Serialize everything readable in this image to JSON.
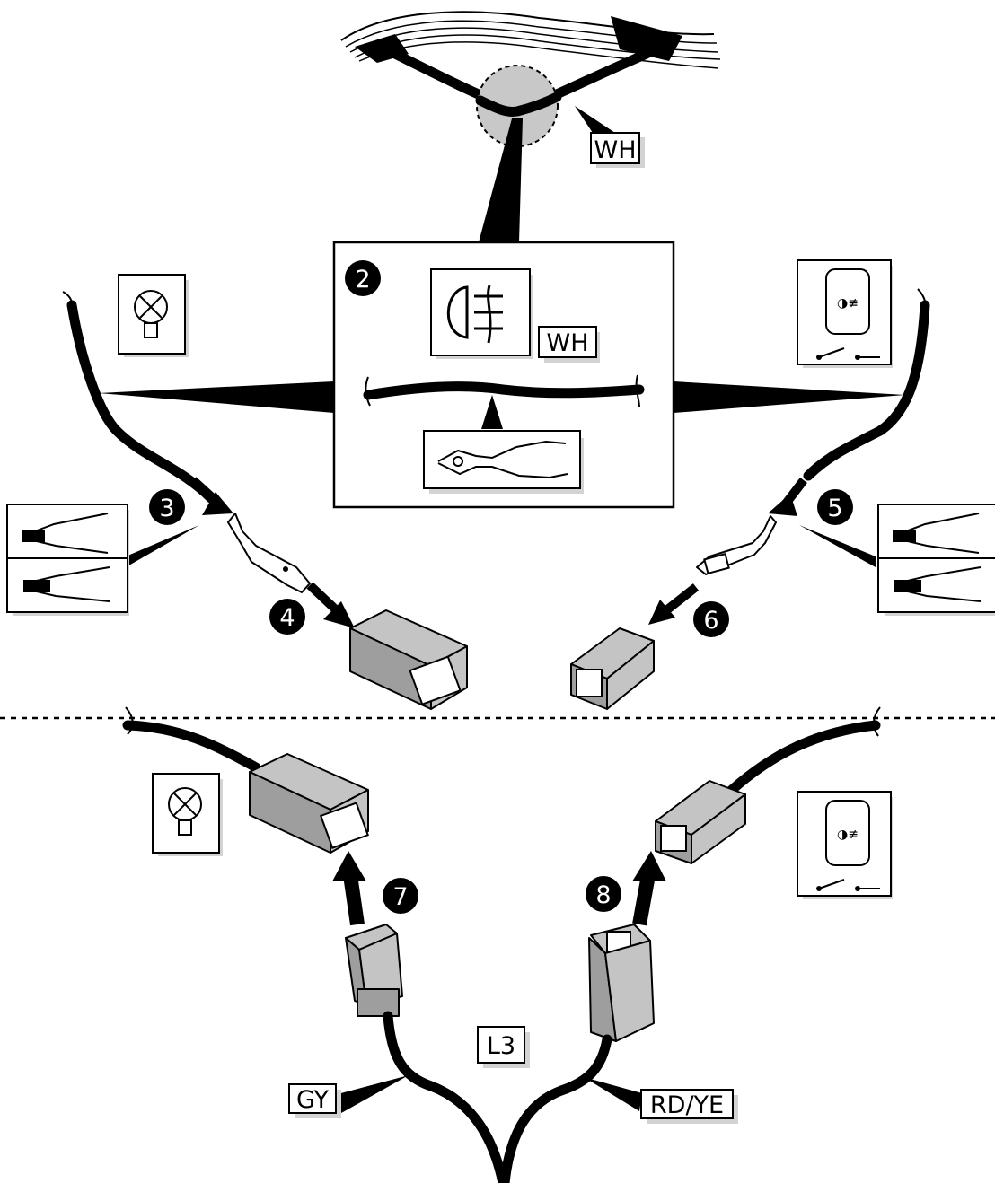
{
  "labels": {
    "wire_wh_top": "WH",
    "wire_wh_inset": "WH",
    "wire_gy": "GY",
    "wire_rdye": "RD/YE",
    "harness_l3": "L3"
  },
  "steps": [
    "2",
    "3",
    "4",
    "5",
    "6",
    "7",
    "8"
  ],
  "colors": {
    "wire": "#000000",
    "connector": "#9e9e9e",
    "highlight_circle": "#c8c8c8",
    "box_shadow": "#d3d3d3"
  },
  "icons": [
    "fog-light-icon",
    "bulb-icon",
    "fog-switch-icon",
    "wire-cutter-icon",
    "wire-stripper-icon",
    "crimp-tool-icon"
  ]
}
